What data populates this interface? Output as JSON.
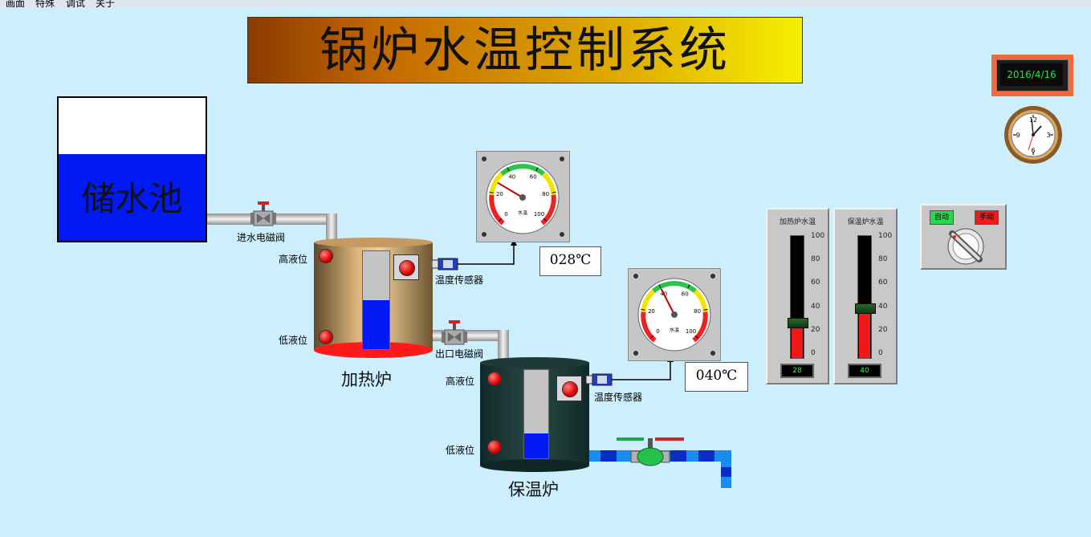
{
  "menu": {
    "items": [
      "画面",
      "特殊",
      "调试",
      "关于"
    ]
  },
  "title": "锅炉水温控制系统",
  "date": "2016/4/16",
  "reservoir": {
    "label": "储水池",
    "level": 0.6
  },
  "valves": {
    "inlet_label": "进水电磁阀",
    "outlet_label": "出口电磁阀"
  },
  "heating_furnace": {
    "label": "加热炉",
    "high_level_label": "高液位",
    "low_level_label": "低液位",
    "sensor_label": "温度传感器",
    "temperature_display": "028℃",
    "water_level": 0.5
  },
  "holding_furnace": {
    "label": "保温炉",
    "high_level_label": "高液位",
    "low_level_label": "低液位",
    "sensor_label": "温度传感器",
    "temperature_display": "040℃",
    "water_level": 0.4
  },
  "gauges": [
    {
      "label": "水温",
      "value": 28,
      "ticks": [
        "0",
        "20",
        "40",
        "60",
        "80",
        "100"
      ]
    },
    {
      "label": "水温",
      "value": 40,
      "ticks": [
        "0",
        "20",
        "40",
        "60",
        "80",
        "100"
      ]
    }
  ],
  "bar_meters": [
    {
      "title": "加热炉水温",
      "value": 28,
      "readout": "28",
      "ticks": [
        "100",
        "80",
        "60",
        "40",
        "20",
        "0"
      ]
    },
    {
      "title": "保温炉水温",
      "value": 40,
      "readout": "40",
      "ticks": [
        "100",
        "80",
        "60",
        "40",
        "20",
        "0"
      ]
    }
  ],
  "mode_switch": {
    "auto_label": "自动",
    "manual_label": "手动"
  },
  "colors": {
    "background": "#cdeefc",
    "water": "#0019f5",
    "indicator_on": "#e00000",
    "auto_green": "#2ad64a",
    "manual_red": "#ef1a1a"
  }
}
